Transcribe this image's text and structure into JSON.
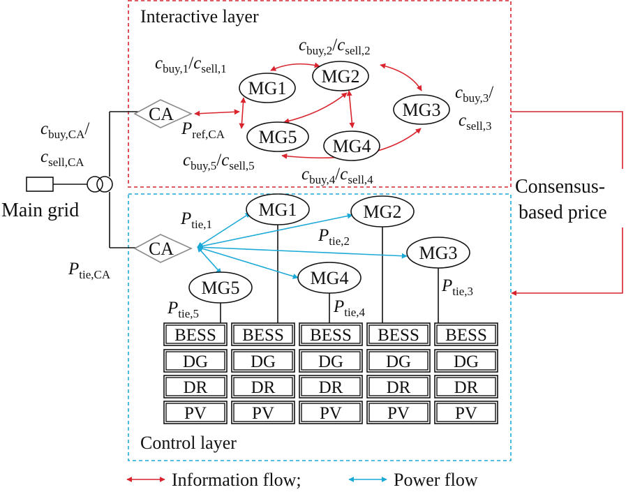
{
  "colors": {
    "info": "#d9232d",
    "power": "#1ba9d8",
    "line": "#111111",
    "node_border": "#8a8a8a"
  },
  "layers": {
    "interactive": "Interactive layer",
    "control": "Control layer"
  },
  "ca_label": "CA",
  "main_grid": "Main grid",
  "consensus_label": [
    "Consensus-",
    "based price"
  ],
  "interactive": {
    "mgs": [
      "MG1",
      "MG2",
      "MG3",
      "MG4",
      "MG5"
    ],
    "prices": {
      "ca": {
        "c1": "c",
        "s1": "buy,CA",
        "m": "/",
        "c2": "c",
        "s2": "sell,CA"
      },
      "mg1": {
        "c1": "c",
        "s1": "buy,1",
        "m": "/",
        "c2": "c",
        "s2": "sell,1"
      },
      "mg2": {
        "c1": "c",
        "s1": "buy,2",
        "m": "/",
        "c2": "c",
        "s2": "sell,2"
      },
      "mg3": {
        "c1": "c",
        "s1": "buy,3",
        "m": "/",
        "c2": "c",
        "s2": "sell,3"
      },
      "mg4": {
        "c1": "c",
        "s1": "buy,4",
        "m": "/",
        "c2": "c",
        "s2": "sell,4"
      },
      "mg5": {
        "c1": "c",
        "s1": "buy,5",
        "m": "/",
        "c2": "c",
        "s2": "sell,5"
      }
    },
    "p_ref": {
      "p": "P",
      "sub": "ref,CA"
    }
  },
  "control": {
    "mgs": [
      "MG1",
      "MG2",
      "MG3",
      "MG4",
      "MG5"
    ],
    "p_tie": {
      "ca": {
        "p": "P",
        "sub": "tie,CA"
      },
      "mg1": {
        "p": "P",
        "sub": "tie,1"
      },
      "mg2": {
        "p": "P",
        "sub": "tie,2"
      },
      "mg3": {
        "p": "P",
        "sub": "tie,3"
      },
      "mg4": {
        "p": "P",
        "sub": "tie,4"
      },
      "mg5": {
        "p": "P",
        "sub": "tie,5"
      }
    },
    "stack_labels": [
      "BESS",
      "DG",
      "DR",
      "PV"
    ]
  },
  "legend": {
    "info": "Information flow;",
    "power": "Power flow"
  }
}
